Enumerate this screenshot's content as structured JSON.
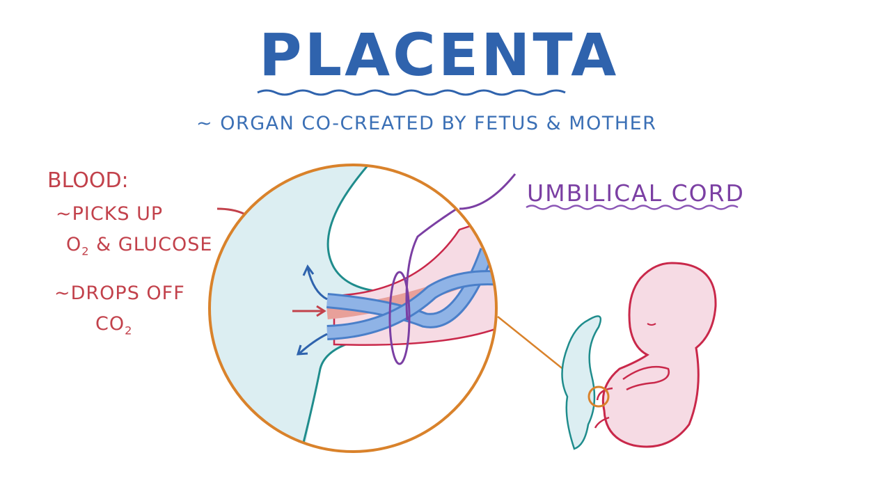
{
  "title": "Placenta",
  "subtitle": "~ Organ co-created by fetus & mother",
  "blood_note": {
    "heading": "Blood:",
    "line1": "~Picks up",
    "line2_prefix": "O",
    "line2_sub": "2",
    "line2_rest": " & Glucose",
    "line3": "~Drops off",
    "line4_prefix": "CO",
    "line4_sub": "2"
  },
  "cord_label": "Umbilical cord",
  "colors": {
    "title": "#2f63ad",
    "red": "#c2414b",
    "purple": "#7b3fa3",
    "orange": "#d9822b",
    "teal": "#1f8c8c",
    "maternal": "#dceef2",
    "fetus": "#f6dbe4"
  }
}
